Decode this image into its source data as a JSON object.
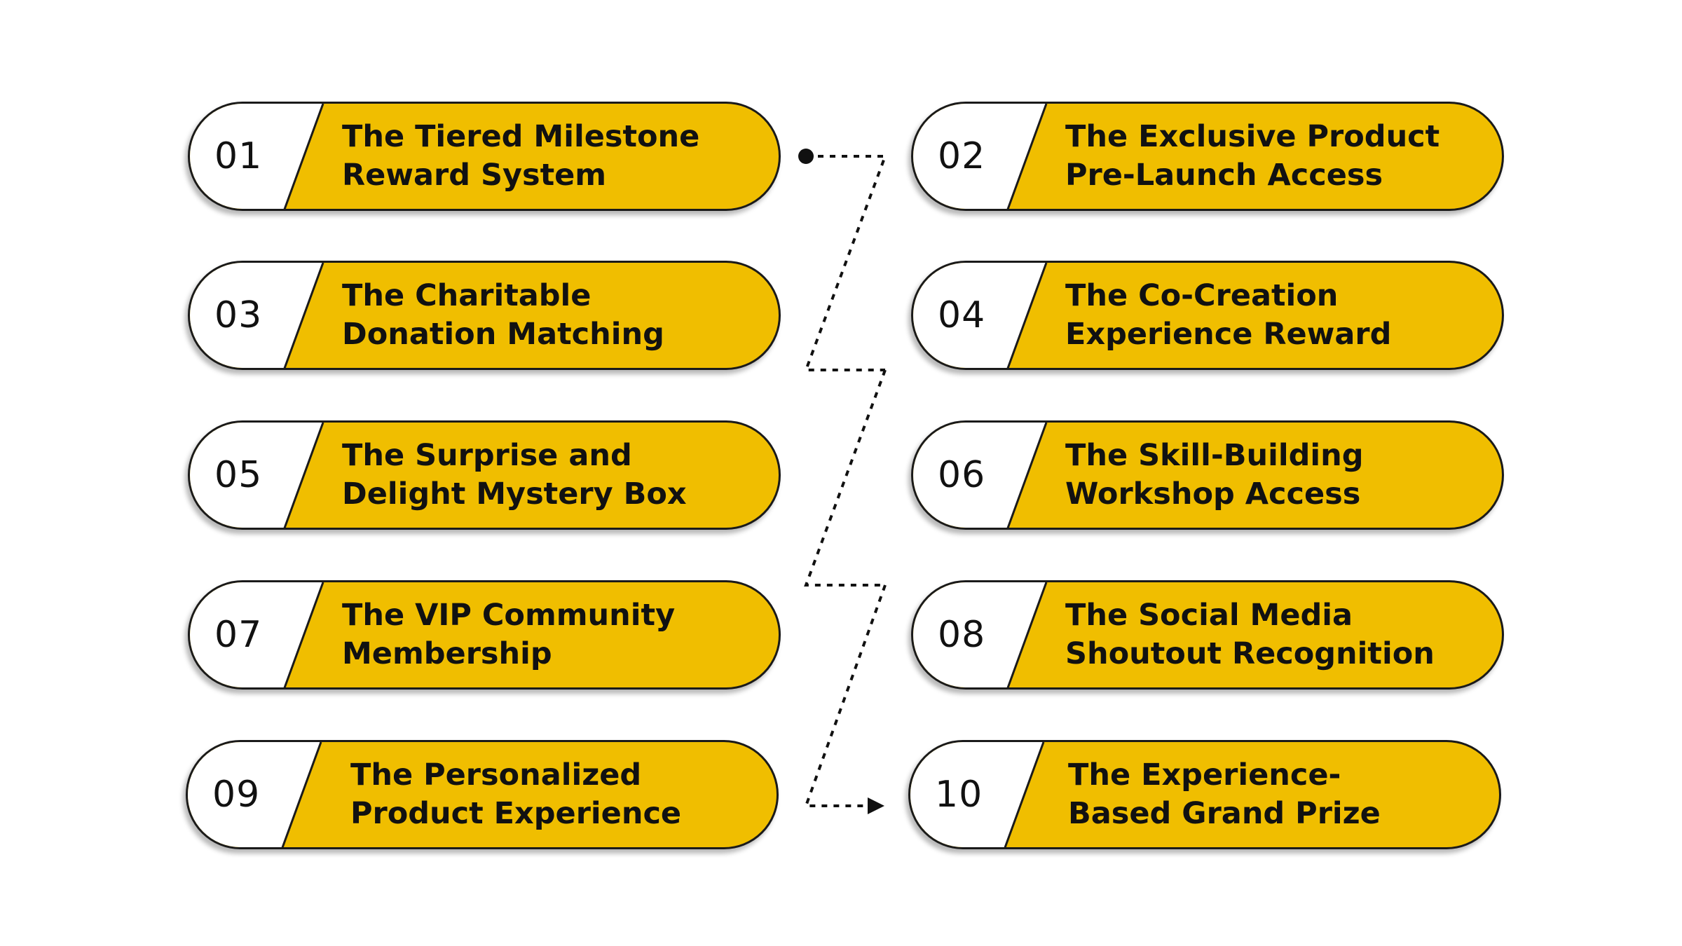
{
  "diagram": {
    "colors": {
      "card_fill": "#f0be00",
      "number_fill": "#ffffff",
      "outline": "#1a1a1a",
      "connector": "#111111",
      "background": "#ffffff"
    },
    "connector_style": "dotted zigzag from 01 ending in arrow at 10",
    "items": [
      {
        "number": "01",
        "title": "The Tiered Milestone\nReward System"
      },
      {
        "number": "02",
        "title": "The Exclusive Product\nPre-Launch Access"
      },
      {
        "number": "03",
        "title": "The Charitable\nDonation Matching"
      },
      {
        "number": "04",
        "title": "The Co-Creation\nExperience Reward"
      },
      {
        "number": "05",
        "title": "The Surprise and\nDelight Mystery Box"
      },
      {
        "number": "06",
        "title": "The Skill-Building\nWorkshop Access"
      },
      {
        "number": "07",
        "title": "The VIP Community\nMembership"
      },
      {
        "number": "08",
        "title": "The Social Media\nShoutout Recognition"
      },
      {
        "number": "09",
        "title": "The Personalized\nProduct Experience"
      },
      {
        "number": "10",
        "title": "The Experience-\nBased Grand Prize"
      }
    ]
  }
}
